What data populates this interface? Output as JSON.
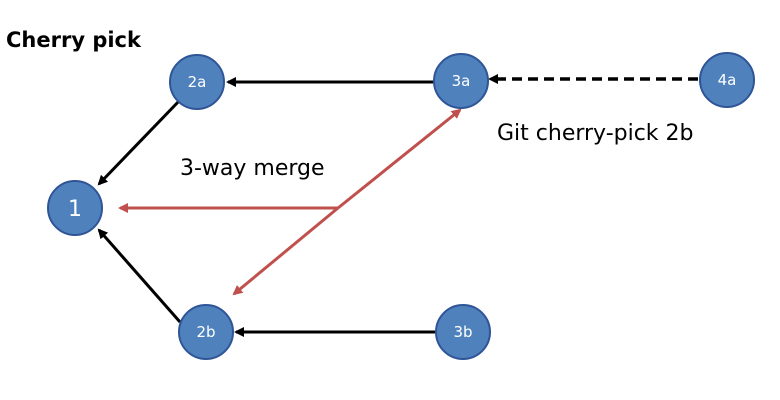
{
  "title": "Cherry pick",
  "nodes": {
    "n1": "1",
    "n2a": "2a",
    "n3a": "3a",
    "n4a": "4a",
    "n2b": "2b",
    "n3b": "3b"
  },
  "annotations": {
    "merge": "3-way merge",
    "command": "Git cherry-pick 2b"
  },
  "colors": {
    "node_fill": "#4F81BD",
    "node_stroke": "#2F5597",
    "edge": "#000000",
    "merge_edge": "#C0504D"
  }
}
